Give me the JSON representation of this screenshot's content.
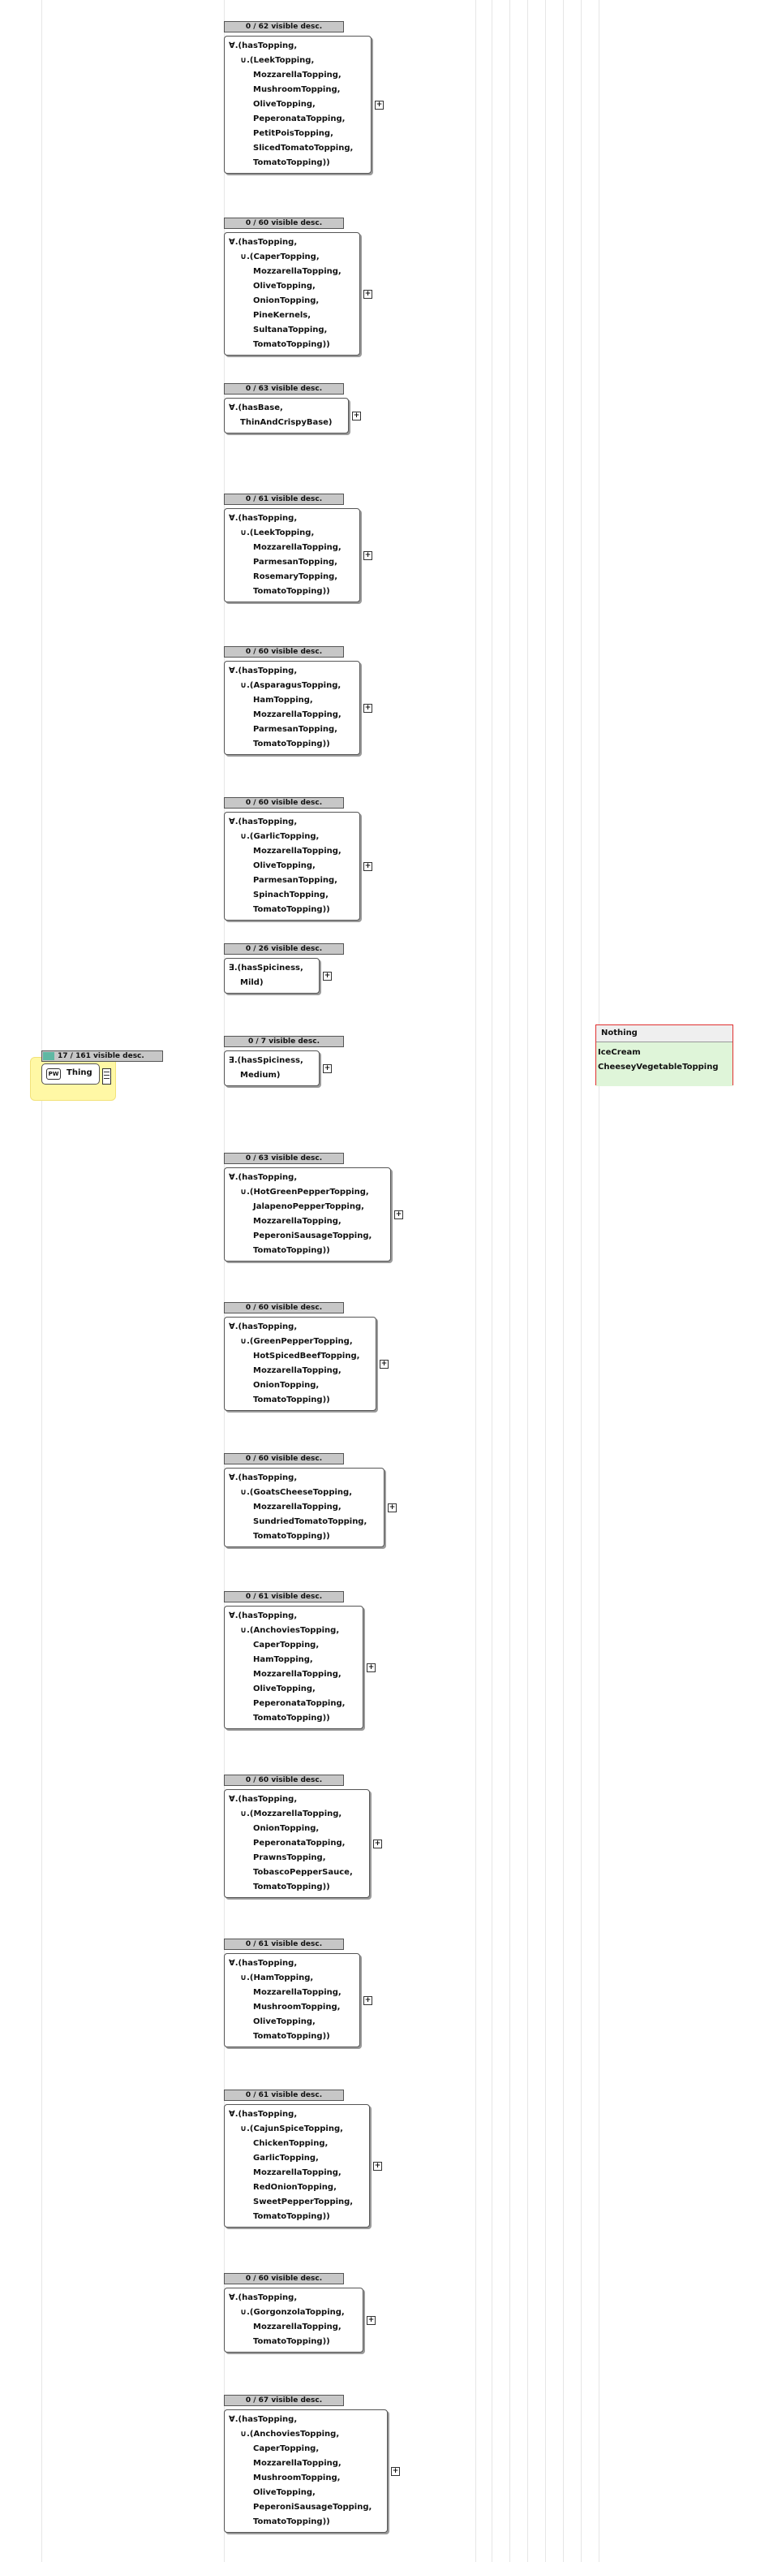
{
  "thing": {
    "header": "17 / 161 visible desc.",
    "badge": "PW",
    "label": "Thing"
  },
  "nothing": {
    "title": "Nothing",
    "items": [
      "IceCream",
      "CheeseyVegetableTopping"
    ]
  },
  "restrictions": [
    {
      "header": "0 / 62 visible desc.",
      "lines": [
        "∀.(hasTopping,",
        "∪.(LeekTopping,",
        "MozzarellaTopping,",
        "MushroomTopping,",
        "OliveTopping,",
        "PeperonataTopping,",
        "PetitPoisTopping,",
        "SlicedTomatoTopping,",
        "TomatoTopping))"
      ]
    },
    {
      "header": "0 / 60 visible desc.",
      "lines": [
        "∀.(hasTopping,",
        "∪.(CaperTopping,",
        "MozzarellaTopping,",
        "OliveTopping,",
        "OnionTopping,",
        "PineKernels,",
        "SultanaTopping,",
        "TomatoTopping))"
      ]
    },
    {
      "header": "0 / 63 visible desc.",
      "lines": [
        "∀.(hasBase,",
        "ThinAndCrispyBase)"
      ]
    },
    {
      "header": "0 / 61 visible desc.",
      "lines": [
        "∀.(hasTopping,",
        "∪.(LeekTopping,",
        "MozzarellaTopping,",
        "ParmesanTopping,",
        "RosemaryTopping,",
        "TomatoTopping))"
      ]
    },
    {
      "header": "0 / 60 visible desc.",
      "lines": [
        "∀.(hasTopping,",
        "∪.(AsparagusTopping,",
        "HamTopping,",
        "MozzarellaTopping,",
        "ParmesanTopping,",
        "TomatoTopping))"
      ]
    },
    {
      "header": "0 / 60 visible desc.",
      "lines": [
        "∀.(hasTopping,",
        "∪.(GarlicTopping,",
        "MozzarellaTopping,",
        "OliveTopping,",
        "ParmesanTopping,",
        "SpinachTopping,",
        "TomatoTopping))"
      ]
    },
    {
      "header": "0 / 26 visible desc.",
      "lines": [
        "∃.(hasSpiciness,",
        "Mild)"
      ]
    },
    {
      "header": "0 / 7 visible desc.",
      "lines": [
        "∃.(hasSpiciness,",
        "Medium)"
      ]
    },
    {
      "header": "0 / 63 visible desc.",
      "lines": [
        "∀.(hasTopping,",
        "∪.(HotGreenPepperTopping,",
        "JalapenoPepperTopping,",
        "MozzarellaTopping,",
        "PeperoniSausageTopping,",
        "TomatoTopping))"
      ]
    },
    {
      "header": "0 / 60 visible desc.",
      "lines": [
        "∀.(hasTopping,",
        "∪.(GreenPepperTopping,",
        "HotSpicedBeefTopping,",
        "MozzarellaTopping,",
        "OnionTopping,",
        "TomatoTopping))"
      ]
    },
    {
      "header": "0 / 60 visible desc.",
      "lines": [
        "∀.(hasTopping,",
        "∪.(GoatsCheeseTopping,",
        "MozzarellaTopping,",
        "SundriedTomatoTopping,",
        "TomatoTopping))"
      ]
    },
    {
      "header": "0 / 61 visible desc.",
      "lines": [
        "∀.(hasTopping,",
        "∪.(AnchoviesTopping,",
        "CaperTopping,",
        "HamTopping,",
        "MozzarellaTopping,",
        "OliveTopping,",
        "PeperonataTopping,",
        "TomatoTopping))"
      ]
    },
    {
      "header": "0 / 60 visible desc.",
      "lines": [
        "∀.(hasTopping,",
        "∪.(MozzarellaTopping,",
        "OnionTopping,",
        "PeperonataTopping,",
        "PrawnsTopping,",
        "TobascoPepperSauce,",
        "TomatoTopping))"
      ]
    },
    {
      "header": "0 / 61 visible desc.",
      "lines": [
        "∀.(hasTopping,",
        "∪.(HamTopping,",
        "MozzarellaTopping,",
        "MushroomTopping,",
        "OliveTopping,",
        "TomatoTopping))"
      ]
    },
    {
      "header": "0 / 61 visible desc.",
      "lines": [
        "∀.(hasTopping,",
        "∪.(CajunSpiceTopping,",
        "ChickenTopping,",
        "GarlicTopping,",
        "MozzarellaTopping,",
        "RedOnionTopping,",
        "SweetPepperTopping,",
        "TomatoTopping))"
      ]
    },
    {
      "header": "0 / 60 visible desc.",
      "lines": [
        "∀.(hasTopping,",
        "∪.(GorgonzolaTopping,",
        "MozzarellaTopping,",
        "TomatoTopping))"
      ]
    },
    {
      "header": "0 / 67 visible desc.",
      "lines": [
        "∀.(hasTopping,",
        "∪.(AnchoviesTopping,",
        "CaperTopping,",
        "MozzarellaTopping,",
        "MushroomTopping,",
        "OliveTopping,",
        "PeperoniSausageTopping,",
        "TomatoTopping))"
      ]
    }
  ]
}
